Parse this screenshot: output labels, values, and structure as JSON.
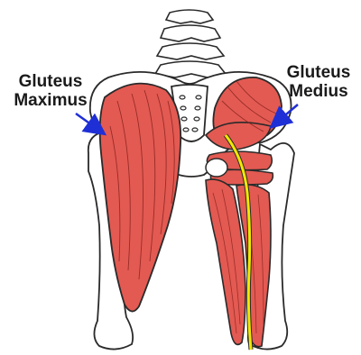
{
  "labels": {
    "gluteus_maximus": {
      "line1": "Gluteus",
      "line2": "Maximus"
    },
    "gluteus_medius": {
      "line1": "Gluteus",
      "line2": "Medius"
    }
  },
  "colors": {
    "muscle": "#e35a52",
    "muscle_dark": "#b83a34",
    "bone": "#ffffff",
    "outline": "#2a2a2a",
    "arrow": "#1f2fd6",
    "nerve": "#f2e800"
  },
  "icons": [
    "vertebra",
    "pelvis",
    "femur",
    "sciatic-nerve",
    "pointer-arrow"
  ]
}
